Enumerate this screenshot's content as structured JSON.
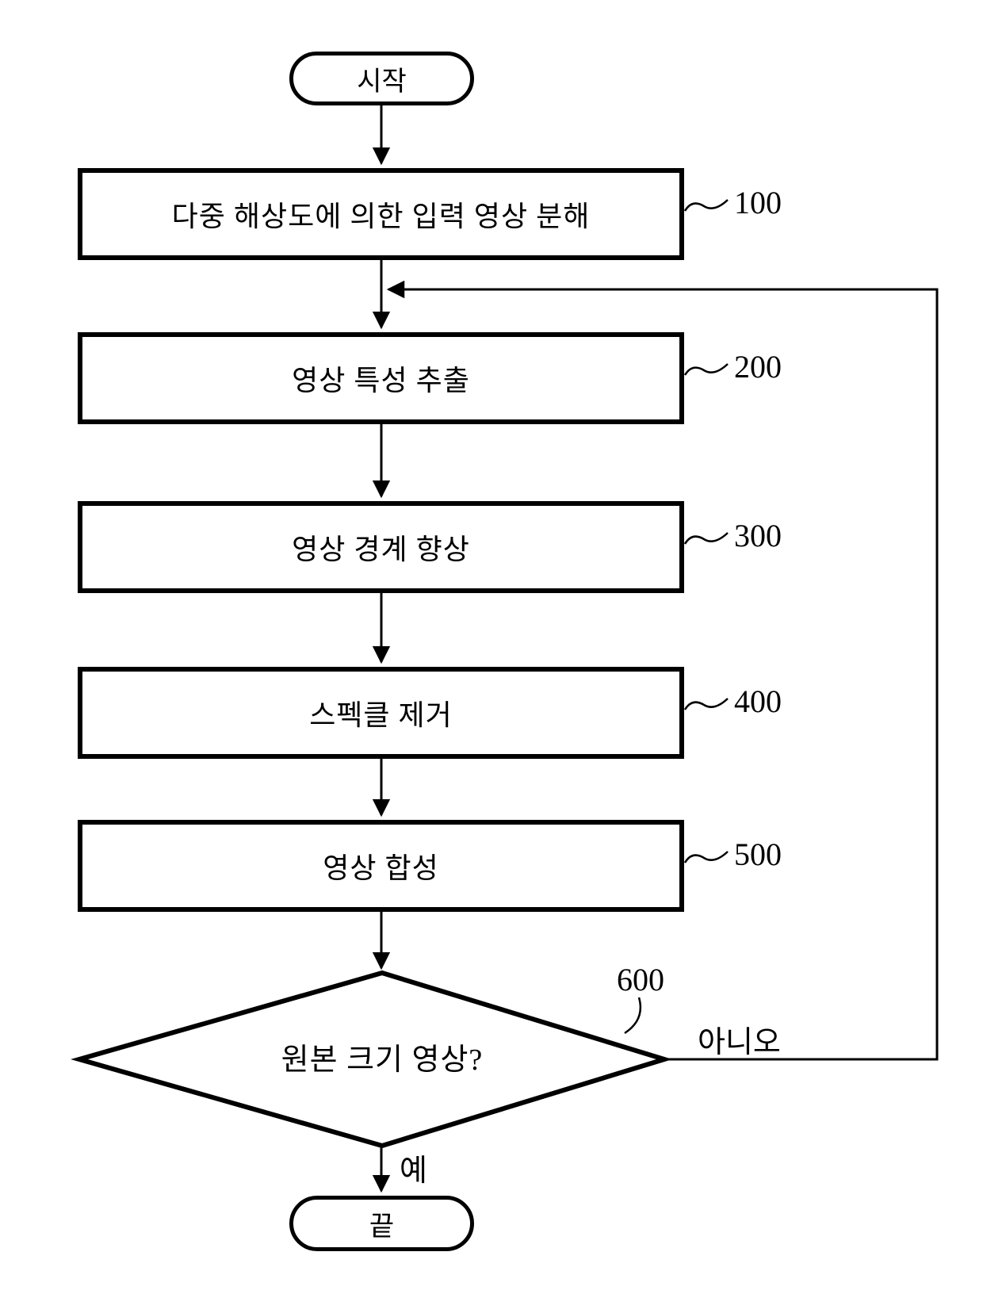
{
  "figure": {
    "type": "flowchart",
    "start_label": "시작",
    "end_label": "끝",
    "steps": [
      {
        "id": "100",
        "label": "다중 해상도에 의한 입력 영상 분해"
      },
      {
        "id": "200",
        "label": "영상 특성 추출"
      },
      {
        "id": "300",
        "label": "영상 경계 향상"
      },
      {
        "id": "400",
        "label": "스펙클 제거"
      },
      {
        "id": "500",
        "label": "영상 합성"
      }
    ],
    "decision": {
      "id": "600",
      "label": "원본 크기 영상?",
      "yes_label": "예",
      "no_label": "아니오"
    },
    "colors": {
      "line": "#000000",
      "background": "#ffffff"
    }
  }
}
